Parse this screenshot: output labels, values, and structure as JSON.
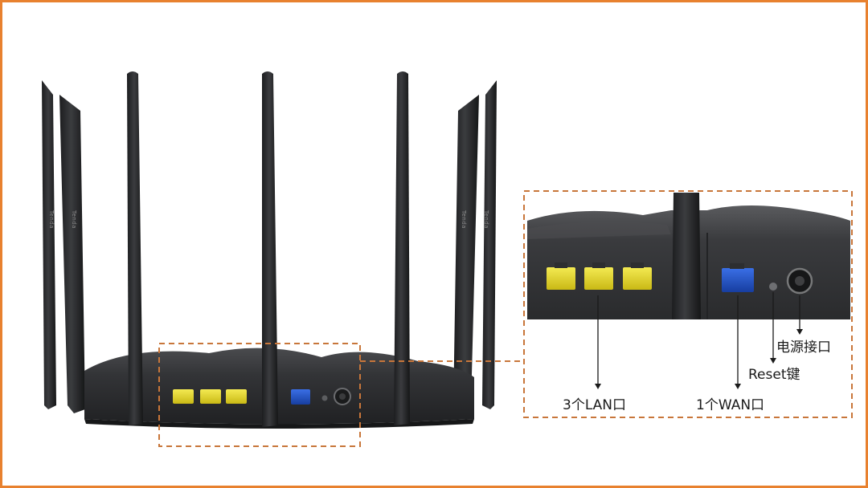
{
  "colors": {
    "frame": "#e8812f",
    "dash": "#c8763a",
    "router_body": "#2d2e30",
    "lan_port": "#e9dc1e",
    "wan_port": "#1f4fc8"
  },
  "antenna_brand": "Tenda",
  "callouts": {
    "lan": "3个LAN口",
    "wan": "1个WAN口",
    "reset": "Reset键",
    "power": "电源接口"
  }
}
